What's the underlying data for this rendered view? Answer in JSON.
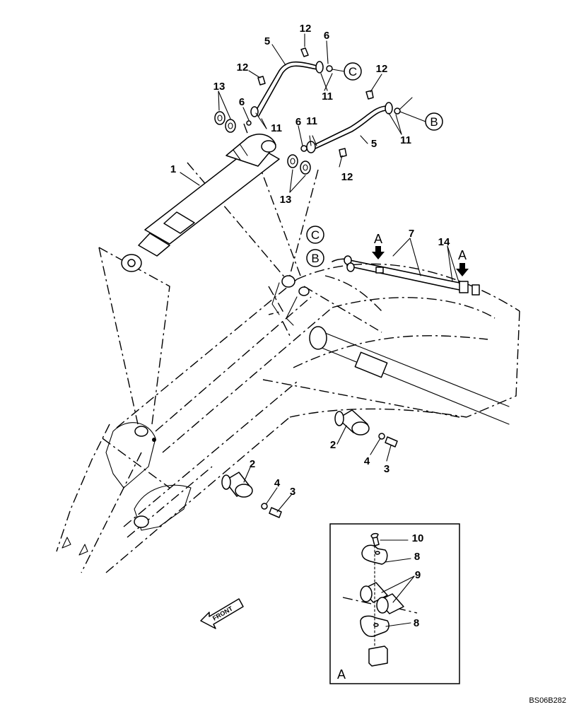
{
  "part_labels": {
    "p1": "1",
    "p2a": "2",
    "p2b": "2",
    "p3a": "3",
    "p3b": "3",
    "p4a": "4",
    "p4b": "4",
    "p5a": "5",
    "p5b": "5",
    "p6a": "6",
    "p6b": "6",
    "p6c": "6",
    "p7": "7",
    "p8a": "8",
    "p8b": "8",
    "p9": "9",
    "p10": "10",
    "p11a": "11",
    "p11b": "11",
    "p11c": "11",
    "p11d": "11",
    "p12a": "12",
    "p12b": "12",
    "p12c": "12",
    "p12d": "12",
    "p13a": "13",
    "p13b": "13",
    "p14": "14"
  },
  "connection_refs": {
    "c_top": "C",
    "b_top": "B",
    "c_boom": "C",
    "b_boom": "B"
  },
  "view_markers": {
    "arrow_left": "A",
    "arrow_right": "A",
    "inset": "A"
  },
  "direction_label": "FRONT",
  "drawing_code": "BS06B282"
}
